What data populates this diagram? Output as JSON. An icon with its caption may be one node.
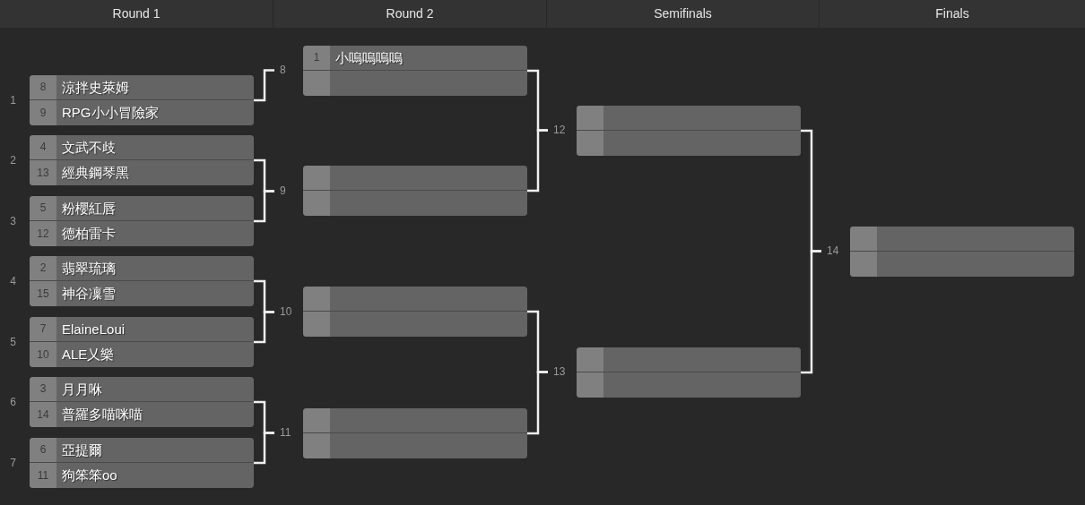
{
  "diagram": {
    "nodes": [
      {
        "text": [
          "Round 1"
        ]
      },
      {
        "text": [
          "Round 2"
        ]
      },
      {
        "text": [
          "Semifinals"
        ]
      },
      {
        "text": [
          "Finals"
        ]
      },
      {
        "text": [],
        "shape": "box",
        "beside": [
          "1"
        ]
      },
      {
        "text": [
          "8",
          "涼拌史萊姆"
        ],
        "in": 4
      },
      {
        "text": [
          "9",
          "RPG小小冒險家"
        ],
        "in": 4
      },
      {
        "text": [],
        "shape": "box",
        "beside": [
          "2"
        ]
      },
      {
        "text": [
          "4",
          "文武不歧"
        ],
        "in": 7
      },
      {
        "text": [
          "13",
          "經典鋼琴黑"
        ],
        "in": 7
      },
      {
        "text": [],
        "shape": "box",
        "beside": [
          "3"
        ]
      },
      {
        "text": [
          "5",
          "粉櫻紅唇"
        ],
        "in": 10
      },
      {
        "text": [
          "12",
          "德柏雷卡"
        ],
        "in": 10
      },
      {
        "text": [],
        "shape": "box",
        "beside": [
          "4"
        ]
      },
      {
        "text": [
          "2",
          "翡翠琉璃"
        ],
        "in": 13
      },
      {
        "text": [
          "15",
          "神谷凜雪"
        ],
        "in": 13
      },
      {
        "text": [],
        "shape": "box",
        "beside": [
          "5"
        ]
      },
      {
        "text": [
          "7",
          "ElaineLoui"
        ],
        "in": 16
      },
      {
        "text": [
          "10",
          "ALE乂樂"
        ],
        "in": 16
      },
      {
        "text": [],
        "shape": "box",
        "beside": [
          "6"
        ]
      },
      {
        "text": [
          "3",
          "月月咻"
        ],
        "in": 19
      },
      {
        "text": [
          "14",
          "普羅多喵咪喵"
        ],
        "in": 19
      },
      {
        "text": [],
        "shape": "box",
        "beside": [
          "7"
        ]
      },
      {
        "text": [
          "6",
          "亞提爾"
        ],
        "in": 22
      },
      {
        "text": [
          "11",
          "狗笨笨oo"
        ],
        "in": 22
      },
      {
        "text": [
          "8"
        ]
      },
      {
        "text": [
          "9"
        ]
      },
      {
        "text": [
          "10"
        ]
      },
      {
        "text": [
          "11"
        ]
      },
      {
        "text": [],
        "shape": "box"
      },
      {
        "text": [
          "1",
          "小嗚嗚嗚嗚"
        ],
        "in": 29
      },
      {
        "text": [],
        "shape": "box",
        "in": 29
      },
      {
        "text": [],
        "shape": "box"
      },
      {
        "text": [],
        "shape": "box",
        "in": 32
      },
      {
        "text": [],
        "shape": "box",
        "in": 32
      },
      {
        "text": [],
        "shape": "box"
      },
      {
        "text": [],
        "shape": "box",
        "in": 35
      },
      {
        "text": [],
        "shape": "box",
        "in": 35
      },
      {
        "text": [],
        "shape": "box"
      },
      {
        "text": [],
        "shape": "box",
        "in": 38
      },
      {
        "text": [],
        "shape": "box",
        "in": 38
      },
      {
        "text": [
          "12"
        ]
      },
      {
        "text": [
          "13"
        ]
      },
      {
        "text": [],
        "shape": "box"
      },
      {
        "text": [],
        "shape": "box",
        "in": 43
      },
      {
        "text": [],
        "shape": "box",
        "in": 43
      },
      {
        "text": [],
        "shape": "box"
      },
      {
        "text": [],
        "shape": "box",
        "in": 46
      },
      {
        "text": [],
        "shape": "box",
        "in": 46
      },
      {
        "text": [
          "14"
        ]
      },
      {
        "text": [],
        "shape": "box"
      },
      {
        "text": [],
        "shape": "box",
        "in": 50
      },
      {
        "text": [],
        "shape": "box",
        "in": 50
      }
    ],
    "edges": [
      {
        "from": 4,
        "to": 25,
        "arrow": "none"
      },
      {
        "from": 7,
        "to": 26,
        "arrow": "none"
      },
      {
        "from": 10,
        "to": 26,
        "arrow": "none"
      },
      {
        "from": 13,
        "to": 27,
        "arrow": "none"
      },
      {
        "from": 16,
        "to": 27,
        "arrow": "none"
      },
      {
        "from": 19,
        "to": 28,
        "arrow": "none"
      },
      {
        "from": 22,
        "to": 28,
        "arrow": "none"
      },
      {
        "from": 29,
        "to": 41,
        "arrow": "none"
      },
      {
        "from": 32,
        "to": 41,
        "arrow": "none"
      },
      {
        "from": 35,
        "to": 42,
        "arrow": "none"
      },
      {
        "from": 38,
        "to": 42,
        "arrow": "none"
      },
      {
        "from": 43,
        "to": 49,
        "arrow": "none"
      },
      {
        "from": 46,
        "to": 49,
        "arrow": "none"
      }
    ]
  }
}
